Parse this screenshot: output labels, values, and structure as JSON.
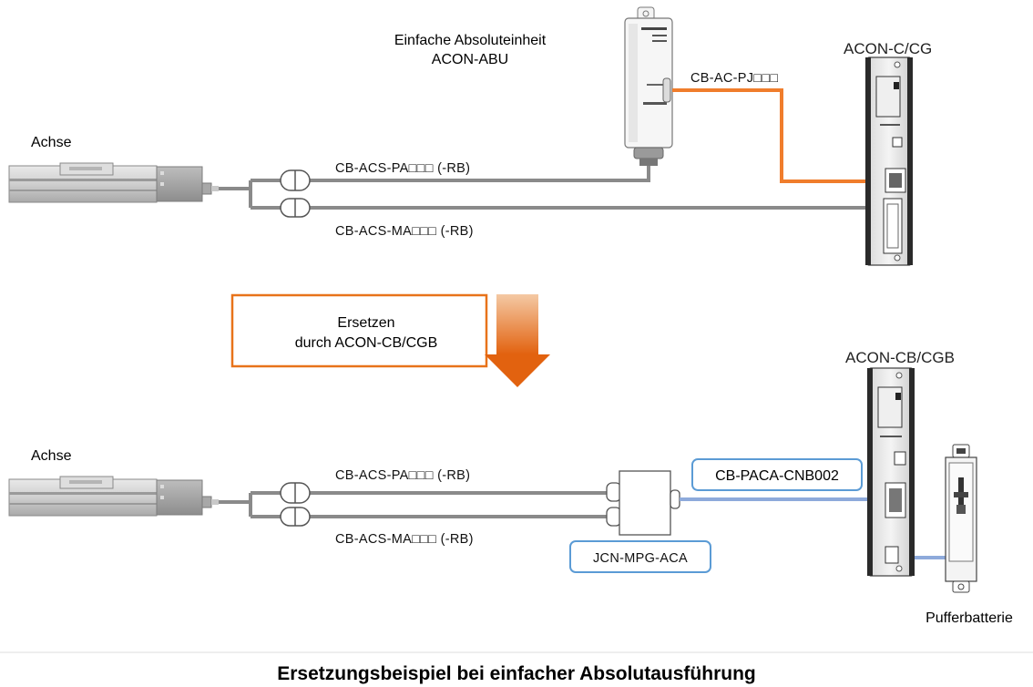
{
  "top": {
    "axis_label": "Achse",
    "abu_label_line1": "Einfache Absoluteinheit",
    "abu_label_line2": "ACON-ABU",
    "controller_title": "ACON-C/CG",
    "cable_pj": "CB-AC-PJ□□□",
    "cable_pa": "CB-ACS-PA□□□ (-RB)",
    "cable_ma": "CB-ACS-MA□□□ (-RB)"
  },
  "replace": {
    "line1": "Ersetzen",
    "line2": "durch ACON-CB/CGB",
    "arrow_color": "#e8731a",
    "box_color": "#e8731a"
  },
  "bottom": {
    "axis_label": "Achse",
    "controller_title": "ACON-CB/CGB",
    "cable_pa": "CB-ACS-PA□□□ (-RB)",
    "cable_ma": "CB-ACS-MA□□□ (-RB)",
    "cable_paca": "CB-PACA-CNB002",
    "junction": "JCN-MPG-ACA",
    "battery_label": "Pufferbatterie"
  },
  "caption": "Ersetzungsbeispiel bei einfacher Absolutausführung",
  "colors": {
    "motor_cable": "#8a8a8a",
    "pj_cable": "#f07d2c",
    "paca_cable": "#8eaadb",
    "label_box": "#5b9bd5"
  },
  "icons": {
    "actuator": "linear-actuator-icon",
    "controller": "controller-unit-icon",
    "abs_unit": "absolute-unit-icon",
    "connector": "cable-connector-icon",
    "junction": "junction-box-icon",
    "battery": "battery-unit-icon",
    "arrow": "down-arrow-icon"
  }
}
